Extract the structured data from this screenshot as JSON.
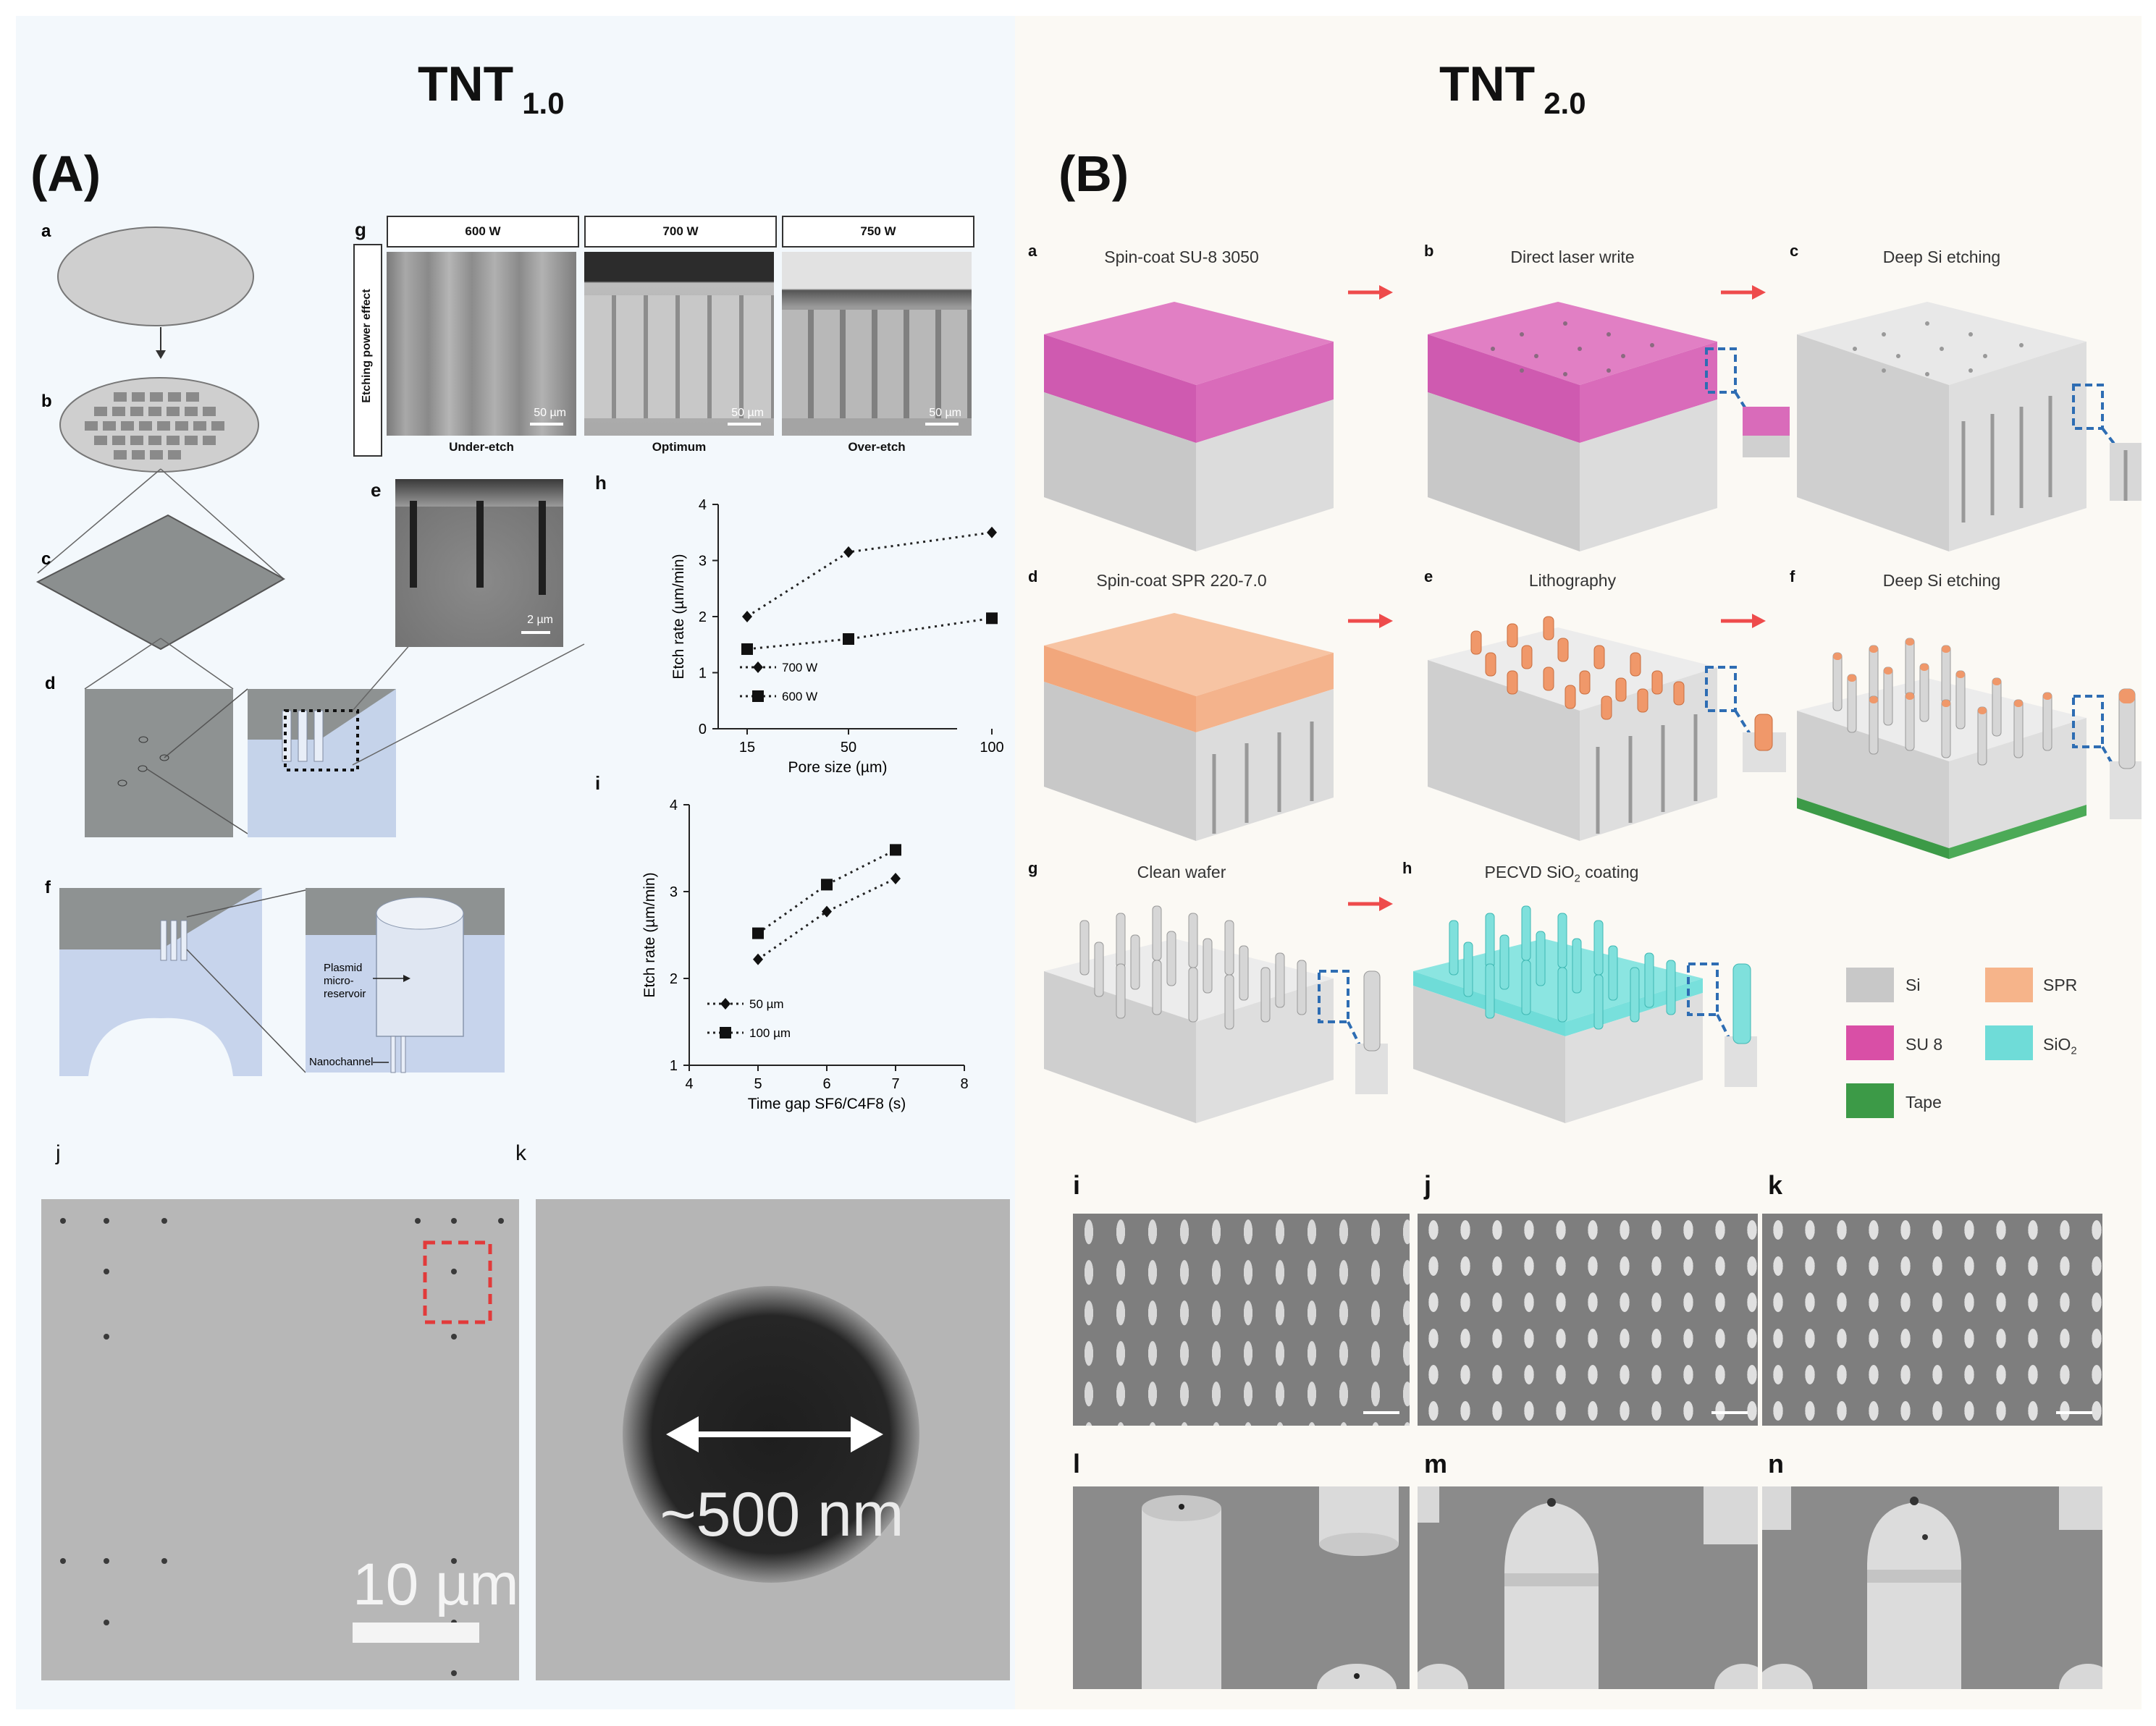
{
  "titles": {
    "left": "TNT",
    "left_sub": "1.0",
    "right": "TNT",
    "right_sub": "2.0"
  },
  "panels": {
    "A": "(A)",
    "B": "(B)"
  },
  "left": {
    "letters": {
      "a": "a",
      "b": "b",
      "c": "c",
      "d": "d",
      "e": "e",
      "f": "f",
      "g": "g",
      "h": "h",
      "i": "i",
      "j": "j",
      "k": "k"
    },
    "g": {
      "side_label": "Etching power effect",
      "powers": [
        "600 W",
        "700 W",
        "750 W"
      ],
      "captions": [
        "Under-etch",
        "Optimum",
        "Over-etch"
      ],
      "scale": "50 µm"
    },
    "e_scale": "2 µm",
    "f_labels": {
      "reservoir_1": "Plasmid",
      "reservoir_2": "micro-",
      "reservoir_3": "reservoir",
      "nanochannel": "Nanochannel"
    },
    "j_scale": "10 µm",
    "k_label": "~500 nm"
  },
  "chart_data": [
    {
      "id": "h",
      "type": "line",
      "xlabel": "Pore size (µm)",
      "ylabel": "Etch rate (µm/min)",
      "x": [
        15,
        50,
        100
      ],
      "x_ticks": [
        "15",
        "50",
        "100"
      ],
      "y_ticks": [
        "0",
        "1",
        "2",
        "3",
        "4"
      ],
      "ylim": [
        0,
        4
      ],
      "series": [
        {
          "name": "700 W",
          "marker": "diamond",
          "values": [
            2.0,
            3.15,
            3.5
          ]
        },
        {
          "name": "600 W",
          "marker": "square",
          "values": [
            1.42,
            1.6,
            1.97
          ]
        }
      ],
      "legend": "bottom-left",
      "grid": false
    },
    {
      "id": "i",
      "type": "line",
      "xlabel": "Time gap SF6/C4F8 (s)",
      "ylabel": "Etch rate (µm/min)",
      "x_ticks": [
        "4",
        "5",
        "6",
        "7",
        "8"
      ],
      "y_ticks": [
        "1",
        "2",
        "3",
        "4"
      ],
      "xlim": [
        4,
        8
      ],
      "ylim": [
        1,
        4
      ],
      "x": [
        5,
        6,
        7
      ],
      "series": [
        {
          "name": "50 µm",
          "marker": "diamond",
          "values": [
            2.22,
            2.77,
            3.15
          ]
        },
        {
          "name": "100 µm",
          "marker": "square",
          "values": [
            2.52,
            3.08,
            3.48
          ]
        }
      ],
      "legend": "bottom-left",
      "grid": false
    }
  ],
  "right": {
    "letters": {
      "a": "a",
      "b": "b",
      "c": "c",
      "d": "d",
      "e": "e",
      "f": "f",
      "g": "g",
      "h": "h",
      "i": "i",
      "j": "j",
      "k": "k",
      "l": "l",
      "m": "m",
      "n": "n"
    },
    "steps": {
      "a": "Spin-coat SU-8 3050",
      "b": "Direct laser write",
      "c": "Deep Si etching",
      "d": "Spin-coat SPR 220-7.0",
      "e": "Lithography",
      "f": "Deep Si etching",
      "g": "Clean wafer",
      "h": "PECVD SiO"
    },
    "h_sub": "2",
    "h_suffix": " coating",
    "legend": [
      {
        "label": "Si",
        "color": "#c8c8c8"
      },
      {
        "label": "SPR",
        "color": "#f6b48a"
      },
      {
        "label": "SU 8",
        "color": "#d94fa6"
      },
      {
        "label": "SiO",
        "sub": "2",
        "color": "#6fdcd8"
      },
      {
        "label": "Tape",
        "color": "#3c9a47"
      }
    ]
  }
}
